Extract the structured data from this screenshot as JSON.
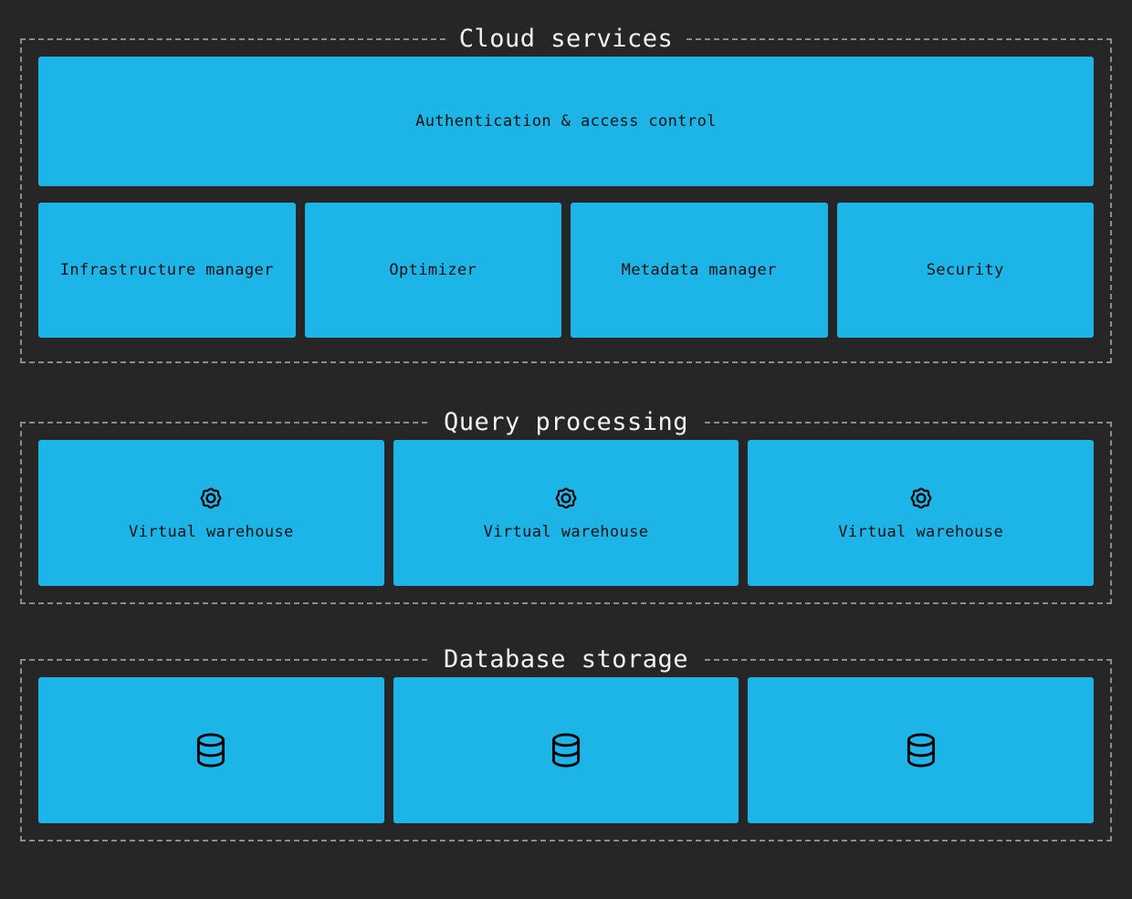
{
  "theme": {
    "background": "#262626",
    "node_fill": "#1db5e8",
    "node_text": "#111111",
    "title_text": "#f2f2f2",
    "dash_border": "#8c8c8c"
  },
  "sections": [
    {
      "id": "cloud-services",
      "title": "Cloud services",
      "rows": [
        {
          "id": "auth-row",
          "nodes": [
            {
              "label": "Authentication & access control",
              "icon": null
            }
          ]
        },
        {
          "id": "services-row",
          "nodes": [
            {
              "label": "Infrastructure manager",
              "icon": null
            },
            {
              "label": "Optimizer",
              "icon": null
            },
            {
              "label": "Metadata manager",
              "icon": null
            },
            {
              "label": "Security",
              "icon": null
            }
          ]
        }
      ]
    },
    {
      "id": "query-processing",
      "title": "Query processing",
      "rows": [
        {
          "id": "warehouse-row",
          "nodes": [
            {
              "label": "Virtual warehouse",
              "icon": "gear-icon"
            },
            {
              "label": "Virtual warehouse",
              "icon": "gear-icon"
            },
            {
              "label": "Virtual warehouse",
              "icon": "gear-icon"
            }
          ]
        }
      ]
    },
    {
      "id": "database-storage",
      "title": "Database storage",
      "rows": [
        {
          "id": "storage-row",
          "nodes": [
            {
              "label": "",
              "icon": "database-icon"
            },
            {
              "label": "",
              "icon": "database-icon"
            },
            {
              "label": "",
              "icon": "database-icon"
            }
          ]
        }
      ]
    }
  ]
}
